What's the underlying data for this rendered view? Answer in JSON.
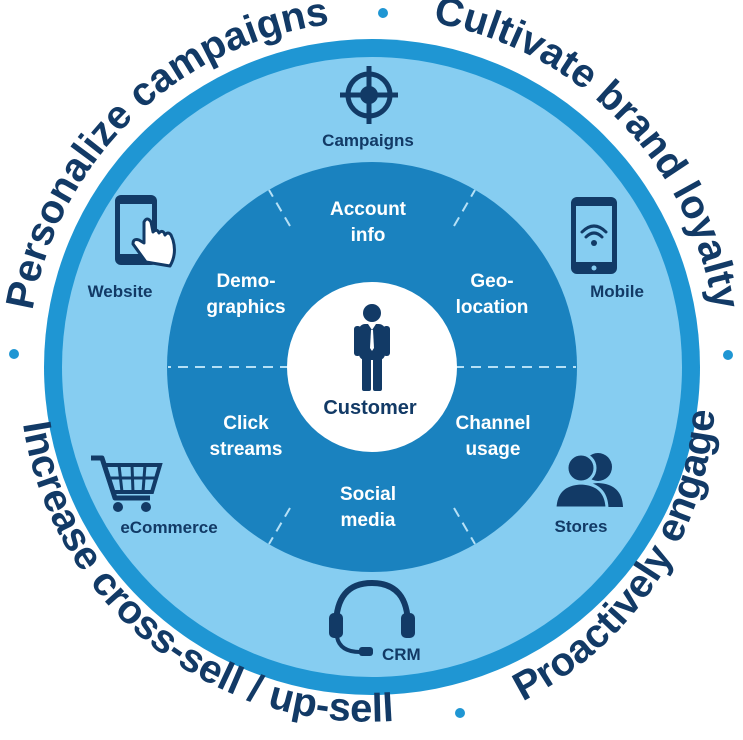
{
  "colors": {
    "outer_ring": "#1f96d3",
    "channel_ring": "#86cdf1",
    "inner_ring": "#1a82bf",
    "center": "#ffffff",
    "text_dark": "#123a66",
    "divider": "#b5e0f6"
  },
  "outer_phrases": [
    {
      "text": "Personalize campaigns"
    },
    {
      "text": "Cultivate brand loyalty"
    },
    {
      "text": "Proactively engage"
    },
    {
      "text": "Increase cross-sell / up-sell"
    }
  ],
  "channels": [
    {
      "label": "Campaigns",
      "icon": "crosshair-icon"
    },
    {
      "label": "Mobile",
      "icon": "smartphone-wifi-icon"
    },
    {
      "label": "Stores",
      "icon": "people-icon"
    },
    {
      "label": "CRM",
      "icon": "headset-icon"
    },
    {
      "label": "eCommerce",
      "icon": "shopping-cart-icon"
    },
    {
      "label": "Website",
      "icon": "tablet-touch-icon"
    }
  ],
  "segments": [
    {
      "line1": "Account",
      "line2": "info"
    },
    {
      "line1": "Geo-",
      "line2": "location"
    },
    {
      "line1": "Channel",
      "line2": "usage"
    },
    {
      "line1": "Social",
      "line2": "media"
    },
    {
      "line1": "Click",
      "line2": "streams"
    },
    {
      "line1": "Demo-",
      "line2": "graphics"
    }
  ],
  "center": {
    "label": "Customer",
    "icon": "person-icon"
  }
}
